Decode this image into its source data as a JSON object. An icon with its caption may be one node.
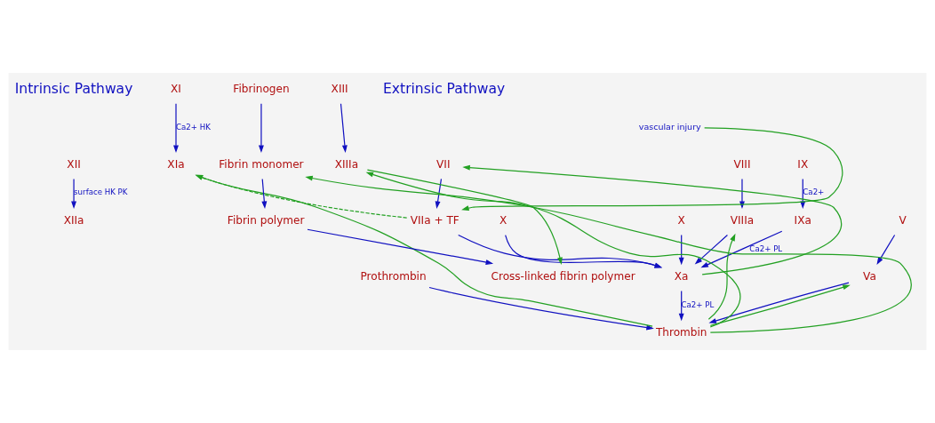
{
  "diagram": {
    "nodes": [
      {
        "text": [
          "XII"
        ]
      },
      {
        "text": [
          "XIIa"
        ]
      },
      {
        "text": [
          "XI"
        ]
      },
      {
        "text": [
          "XIa"
        ]
      },
      {
        "text": [
          "IX"
        ]
      },
      {
        "text": [
          "IXa"
        ]
      },
      {
        "text": [
          "VIII"
        ]
      },
      {
        "text": [
          "VIIIa"
        ]
      },
      {
        "text": [
          "X"
        ]
      },
      {
        "text": [
          "Xa"
        ]
      },
      {
        "text": [
          "X"
        ]
      },
      {
        "text": [
          "VII"
        ]
      },
      {
        "text": [
          "VIIa + TF"
        ]
      },
      {
        "text": [
          "vascular injury"
        ]
      },
      {
        "text": [
          "V"
        ]
      },
      {
        "text": [
          "Va"
        ]
      },
      {
        "text": [
          "Prothrombin"
        ]
      },
      {
        "text": [
          "Thrombin"
        ]
      },
      {
        "text": [
          "Fibrinogen"
        ]
      },
      {
        "text": [
          "Fibrin monomer"
        ]
      },
      {
        "text": [
          "XIII"
        ]
      },
      {
        "text": [
          "XIIIa"
        ]
      },
      {
        "text": [
          "Fibrin polymer"
        ]
      },
      {
        "text": [
          "Cross-linked fibrin polymer"
        ]
      }
    ],
    "edges": [
      {
        "from": 0,
        "to": 1,
        "arrow": "to",
        "label": "surface HK PK"
      },
      {
        "from": 2,
        "to": 3,
        "arrow": "to",
        "label": "Ca2+ HK"
      },
      {
        "from": 4,
        "to": 5,
        "arrow": "to",
        "label": "Ca2+"
      },
      {
        "from": 6,
        "to": 7,
        "arrow": "to"
      },
      {
        "from": 7,
        "to": 9,
        "arrow": "to"
      },
      {
        "from": 5,
        "to": 9,
        "arrow": "to",
        "label": "Ca2+ PL"
      },
      {
        "from": 8,
        "to": 9,
        "arrow": "to"
      },
      {
        "from": 11,
        "to": 12,
        "arrow": "to"
      },
      {
        "from": 12,
        "to": 9,
        "arrow": "to"
      },
      {
        "from": 10,
        "to": 9,
        "arrow": "to"
      },
      {
        "from": 13,
        "to": 12,
        "arrow": "to",
        "color": "#22a022"
      },
      {
        "from": 12,
        "to": 3,
        "arrow": "to",
        "style": "dashed",
        "color": "#22a022"
      },
      {
        "from": 9,
        "to": 11,
        "arrow": "to",
        "color": "#22a022"
      },
      {
        "from": 14,
        "to": 15,
        "arrow": "to"
      },
      {
        "from": 15,
        "to": 17,
        "arrow": "to"
      },
      {
        "from": 9,
        "to": 17,
        "arrow": "to",
        "label": "Ca2+ PL"
      },
      {
        "from": 16,
        "to": 17,
        "arrow": "to"
      },
      {
        "from": 17,
        "to": 3,
        "arrow": "to",
        "color": "#22a022"
      },
      {
        "from": 17,
        "to": 7,
        "arrow": "to",
        "color": "#22a022"
      },
      {
        "from": 17,
        "to": 15,
        "arrow": "to",
        "color": "#22a022"
      },
      {
        "from": 17,
        "to": 19,
        "arrow": "to",
        "color": "#22a022"
      },
      {
        "from": 18,
        "to": 19,
        "arrow": "to"
      },
      {
        "from": 17,
        "to": 21,
        "arrow": "to",
        "color": "#22a022"
      },
      {
        "from": 20,
        "to": 21,
        "arrow": "to"
      },
      {
        "from": 19,
        "to": 22,
        "arrow": "to"
      },
      {
        "from": 22,
        "to": 23,
        "arrow": "to"
      },
      {
        "from": 21,
        "to": 23,
        "arrow": "to",
        "color": "#22a022"
      }
    ],
    "labels": [
      "Intrinsic Pathway",
      "Extrinsic Pathway"
    ]
  }
}
